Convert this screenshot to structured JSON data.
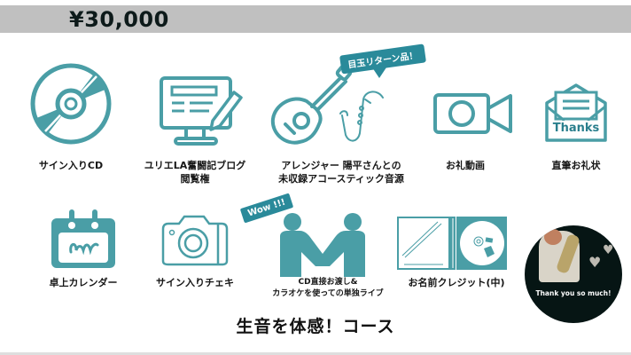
{
  "header": {
    "price": "¥30,000"
  },
  "colors": {
    "accent": "#4a9ea6",
    "badge": "#2a8a9a",
    "topbar": "#c0c0c0",
    "avatar_bg": "#061514"
  },
  "items": [
    {
      "icon": "cd-icon",
      "label": "サイン入りCD"
    },
    {
      "icon": "computer-blog-icon",
      "label_lines": [
        "ユリエLA奮闘記ブログ",
        "閲覧権"
      ]
    },
    {
      "icon": "guitar-saxophone-icon",
      "label_lines": [
        "アレンジャー 陽平さんとの",
        "未収録アコースティック音源"
      ],
      "badge": "目玉リターン品！"
    },
    {
      "icon": "video-camera-icon",
      "label": "お礼動画"
    },
    {
      "icon": "thanks-letter-icon",
      "label": "直筆お礼状",
      "icon_text": "Thanks"
    },
    {
      "icon": "desk-calendar-icon",
      "label": "卓上カレンダー"
    },
    {
      "icon": "instant-camera-icon",
      "label": "サイン入りチェキ"
    },
    {
      "icon": "handshake-icon",
      "label_lines": [
        "CD直接お渡し&",
        "カラオケを使っての単独ライブ"
      ],
      "badge": "Wow !!!"
    },
    {
      "icon": "cd-case-icon",
      "label": "お名前クレジット(中)"
    }
  ],
  "avatar": {
    "caption": "Thank you so much!"
  },
  "course": {
    "title": "生音を体感！コース"
  }
}
